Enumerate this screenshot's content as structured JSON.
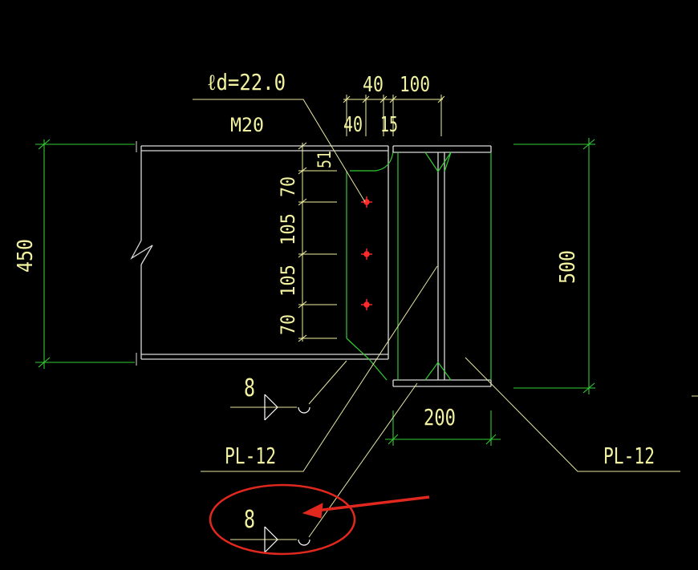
{
  "labels": {
    "anchorage": "ℓd=22.0",
    "bolt": "M20",
    "dim_top_a": "40",
    "dim_top_b": "100",
    "dim_sub_a": "40",
    "dim_sub_b": "15",
    "dim_first": "51",
    "dim_row1": "70",
    "dim_row2": "105",
    "dim_row3": "105",
    "dim_row4": "70",
    "beam_depth": "450",
    "column_depth": "500",
    "column_width": "200",
    "weld_upper": "8",
    "weld_lower": "8",
    "plate_left": "PL-12",
    "plate_right": "PL-12"
  },
  "colors": {
    "steel": "#d9d9d9",
    "dimension": "#33cc33",
    "text": "#f2f2a0",
    "bolt": "#ff2a2a",
    "leader": "#e6e6a0",
    "annotation": "#e0281e"
  }
}
